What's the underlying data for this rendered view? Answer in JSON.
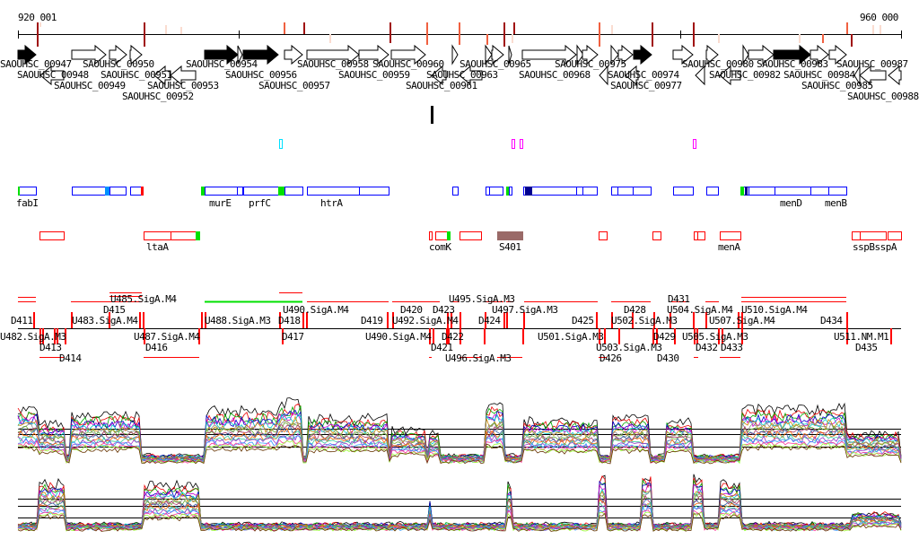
{
  "ruler": {
    "start_label": "920 001",
    "end_label": "960 000"
  },
  "genes": [
    "SAOUHSC_00947",
    "SAOUHSC_00950",
    "SAOUHSC_00956",
    "SAOUHSC_00959",
    "SAOUHSC_00951",
    "SAOUHSC_00954",
    "SAOUHSC_00957",
    "SAOUHSC_00960",
    "SAOUHSC_00949",
    "SAOUHSC_00953",
    "SAOUHSC_00958",
    "SAOUHSC_00948",
    "SAOUHSC_00952",
    "SAOUHSC_00961",
    "SAOUHSC_00963",
    "SAOUHSC_00965",
    "SAOUHSC_00968",
    "SAOUHSC_00974",
    "SAOUHSC_00983",
    "SAOUHSC_00975",
    "SAOUHSC_00977",
    "SAOUHSC_00980",
    "SAOUHSC_00982",
    "SAOUHSC_00984",
    "SAOUHSC_00985",
    "SAOUHSC_00987",
    "SAOUHSC_00988"
  ],
  "gene_symbols": [
    "fabI",
    "murE",
    "prfC",
    "htrA",
    "menD",
    "menB"
  ],
  "features": [
    "ltaA",
    "comK",
    "S401",
    "menA",
    "sspBsspA"
  ],
  "units_upper": [
    "D411",
    "U483.SigA.M4",
    "U485.SigA.M4",
    "D415",
    "U488.SigA.M3",
    "D418",
    "U490.SigA.M4",
    "D419",
    "U492.SigA.M4",
    "D420",
    "D423",
    "U495.SigA.M3",
    "D424",
    "U497.SigA.M3",
    "D425",
    "U502.SigA.M3",
    "D428",
    "U504.SigA.M4",
    "D431",
    "U507.SigA.M4",
    "U510.SigA.M4",
    "D434"
  ],
  "units_lower": [
    "U482.SigA.M3",
    "D413",
    "D414",
    "D416",
    "U487.SigA.M4",
    "D417",
    "U490.SigA.M4",
    "D421",
    "D422",
    "U496.SigA.M3",
    "U501.SigA.M3",
    "U503.SigA.M3",
    "D426",
    "D429",
    "D430",
    "U505.SigA.M3",
    "D432",
    "D433",
    "D435",
    "U511.NM.M1"
  ],
  "colors": {
    "cds_track": "#0000ff",
    "feature_track": "#ff0000",
    "tu_track": "#ff0000",
    "strong_marker": "#a01010",
    "light_marker": "#fadcd0"
  }
}
